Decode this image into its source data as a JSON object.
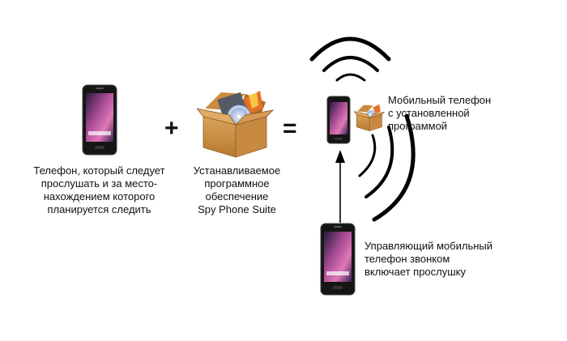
{
  "target_phone": {
    "caption_lines": [
      "Телефон, который следует",
      "прослушать и за место-",
      "нахождением которого",
      "планируется следить"
    ]
  },
  "software": {
    "caption_lines": [
      "Устанавливаемое",
      "программное",
      "обеспечение",
      "Spy Phone Suite"
    ]
  },
  "operators": {
    "plus": "+",
    "equals": "="
  },
  "result": {
    "caption_lines": [
      "Мобильный телефон",
      "с установленной",
      "программой"
    ]
  },
  "controller": {
    "caption_lines": [
      "Управляющий мобильный",
      "телефон звонком",
      "включает прослушку"
    ]
  }
}
